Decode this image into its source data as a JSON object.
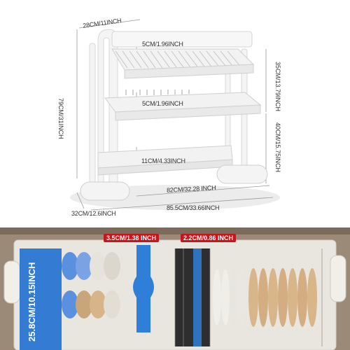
{
  "dimensions": {
    "top_width": "28CM/11INCH",
    "shelf_gap_top": "5CM/1.96INCH",
    "shelf_gap_middle": "5CM/1.96INCH",
    "bottom_gap": "11CM/4.33INCH",
    "height_total": "79CM/31INCH",
    "upper_tier_height": "35CM/13.79INCH",
    "lower_tier_height": "40CM/15.75INCH",
    "inner_width": "82CM/32.28 INCH",
    "depth": "32CM/12.6INCH",
    "total_width": "85.5CM/33.66INCH"
  },
  "callouts": {
    "left_slot": "3.5CM/1.38 INCH",
    "right_slot": "2.2CM/0.86 INCH",
    "side_depth": "25.8CM/10.15INCH"
  },
  "colors": {
    "callout_red": "#c4171d",
    "blue_highlight": "#1f6fd1",
    "rack_white": "#f2f2f2"
  }
}
